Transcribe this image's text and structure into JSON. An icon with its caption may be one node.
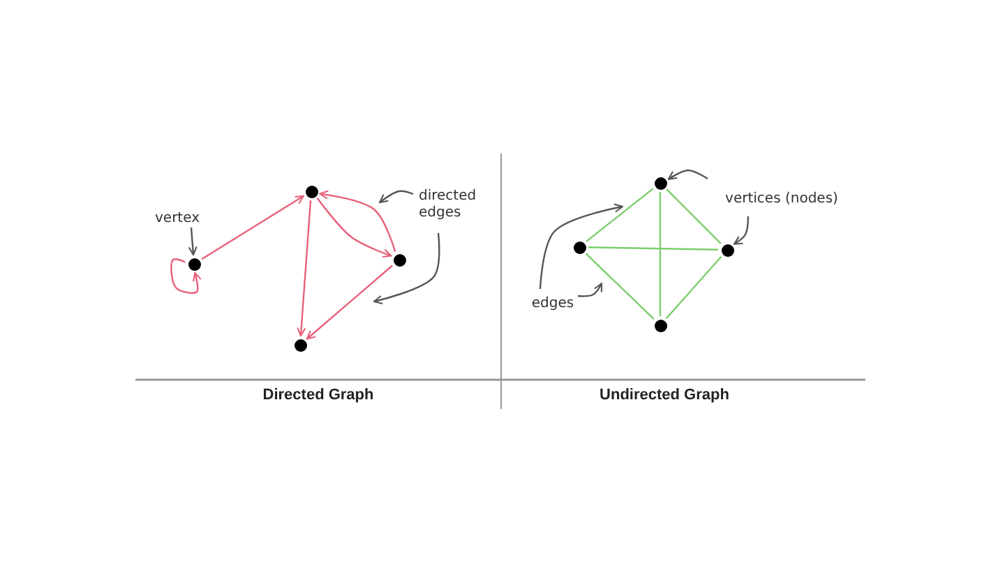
{
  "diagram": {
    "nodes": [
      {
        "text": [
          "vertex"
        ]
      },
      {
        "text": [],
        "shape": "circle"
      },
      {
        "text": [],
        "shape": "circle"
      },
      {
        "text": [],
        "shape": "circle"
      },
      {
        "text": [],
        "shape": "circle"
      },
      {
        "text": [
          "directed edges"
        ]
      },
      {
        "text": [],
        "shape": "circle"
      },
      {
        "text": [
          "vertices (nodes)"
        ]
      },
      {
        "text": [],
        "shape": "circle"
      },
      {
        "text": [],
        "shape": "circle"
      },
      {
        "text": [],
        "shape": "circle"
      },
      {
        "text": [
          "edges"
        ]
      }
    ],
    "edges": [
      {
        "from": 1,
        "to": 1,
        "arrow": "to",
        "color": "#e8607a"
      },
      {
        "from": 1,
        "to": 2,
        "arrow": "to",
        "color": "#e8607a"
      },
      {
        "from": 2,
        "to": 3,
        "arrow": "to",
        "color": "#e8607a"
      },
      {
        "from": 3,
        "to": 2,
        "arrow": "to",
        "color": "#e8607a"
      },
      {
        "from": 2,
        "to": 4,
        "arrow": "to",
        "color": "#e8607a"
      },
      {
        "from": 3,
        "to": 4,
        "arrow": "to",
        "color": "#e8607a"
      },
      {
        "from": 0,
        "to": 1,
        "arrow": "to",
        "color": "#555555"
      },
      {
        "from": 5,
        "to": null,
        "arrow": "to",
        "color": "#555555"
      },
      {
        "from": 5,
        "to": null,
        "arrow": "to",
        "color": "#555555"
      },
      {
        "from": 7,
        "to": 6,
        "arrow": "to",
        "color": "#555555"
      },
      {
        "from": 7,
        "to": 9,
        "arrow": "to",
        "color": "#555555"
      },
      {
        "from": 11,
        "to": null,
        "arrow": "to",
        "color": "#555555"
      },
      {
        "from": 11,
        "to": null,
        "arrow": "to",
        "color": "#555555"
      },
      {
        "from": 6,
        "to": 8,
        "arrow": "none",
        "color": "#7ccd6e"
      },
      {
        "from": 6,
        "to": 10,
        "arrow": "none",
        "color": "#7ccd6e"
      },
      {
        "from": 8,
        "to": 9,
        "arrow": "none",
        "color": "#7ccd6e"
      },
      {
        "from": 8,
        "to": 10,
        "arrow": "none",
        "color": "#7ccd6e"
      },
      {
        "from": 9,
        "to": 10,
        "arrow": "none",
        "color": "#7ccd6e"
      },
      {
        "from": 6,
        "to": 9,
        "arrow": "none",
        "color": "#7ccd6e"
      }
    ],
    "labels": [
      "Directed Graph",
      "Undirected Graph"
    ]
  }
}
